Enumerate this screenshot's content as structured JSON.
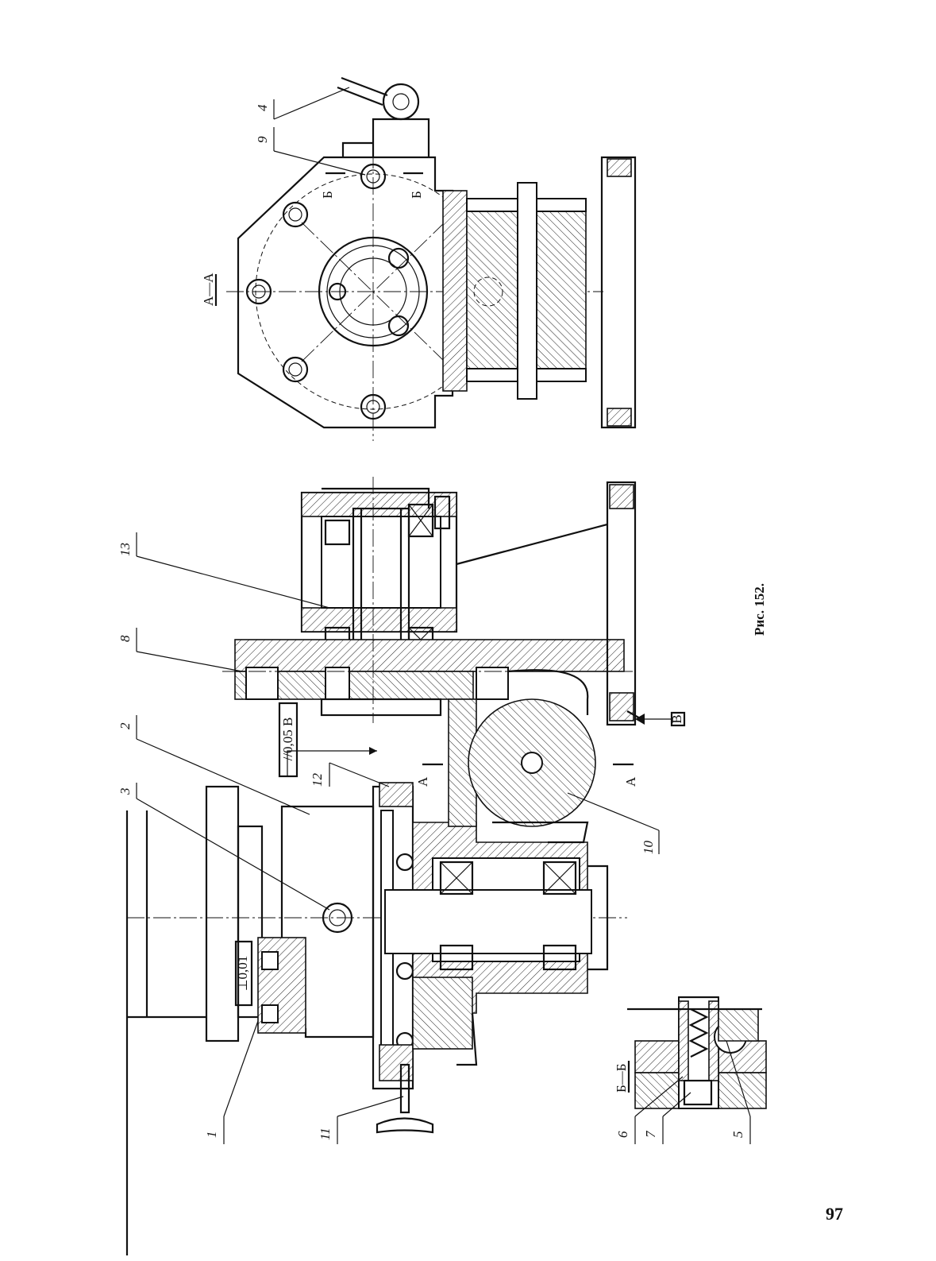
{
  "figure": {
    "caption": "Рис. 152.",
    "page_number": "97"
  },
  "section_labels": {
    "section_aa": "А—А",
    "section_bb": "Б—Б",
    "cut_mark_a": "А",
    "cut_mark_b": "Б"
  },
  "callouts": [
    "1",
    "2",
    "3",
    "4",
    "5",
    "6",
    "7",
    "8",
    "9",
    "10",
    "11",
    "12",
    "13"
  ],
  "tolerances": {
    "perpendicularity": "⊥0,01",
    "parallelism": "//0,05 В",
    "datum": "В"
  }
}
